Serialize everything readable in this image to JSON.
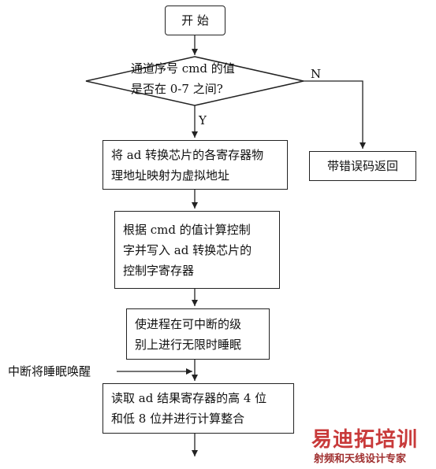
{
  "nodes": {
    "start": "开 始",
    "decision": "通道序号 cmd 的值\n是否在 0-7 之间?",
    "map_address": "将 ad 转换芯片的各寄存器物\n理地址映射为虚拟地址",
    "write_control": "根据 cmd 的值计算控制\n字并写入 ad 转换芯片的\n控制字寄存器",
    "sleep": "使进程在可中断的级\n别上进行无限时睡眠",
    "read_result": "读取 ad 结果寄存器的高 4 位\n和低 8 位并进行计算整合",
    "error_return": "带错误码返回"
  },
  "edge_labels": {
    "no": "N",
    "yes": "Y",
    "interrupt": "中断将睡眠唤醒"
  },
  "watermark": {
    "main": "易迪拓培训",
    "sub": "射频和天线设计专家"
  }
}
